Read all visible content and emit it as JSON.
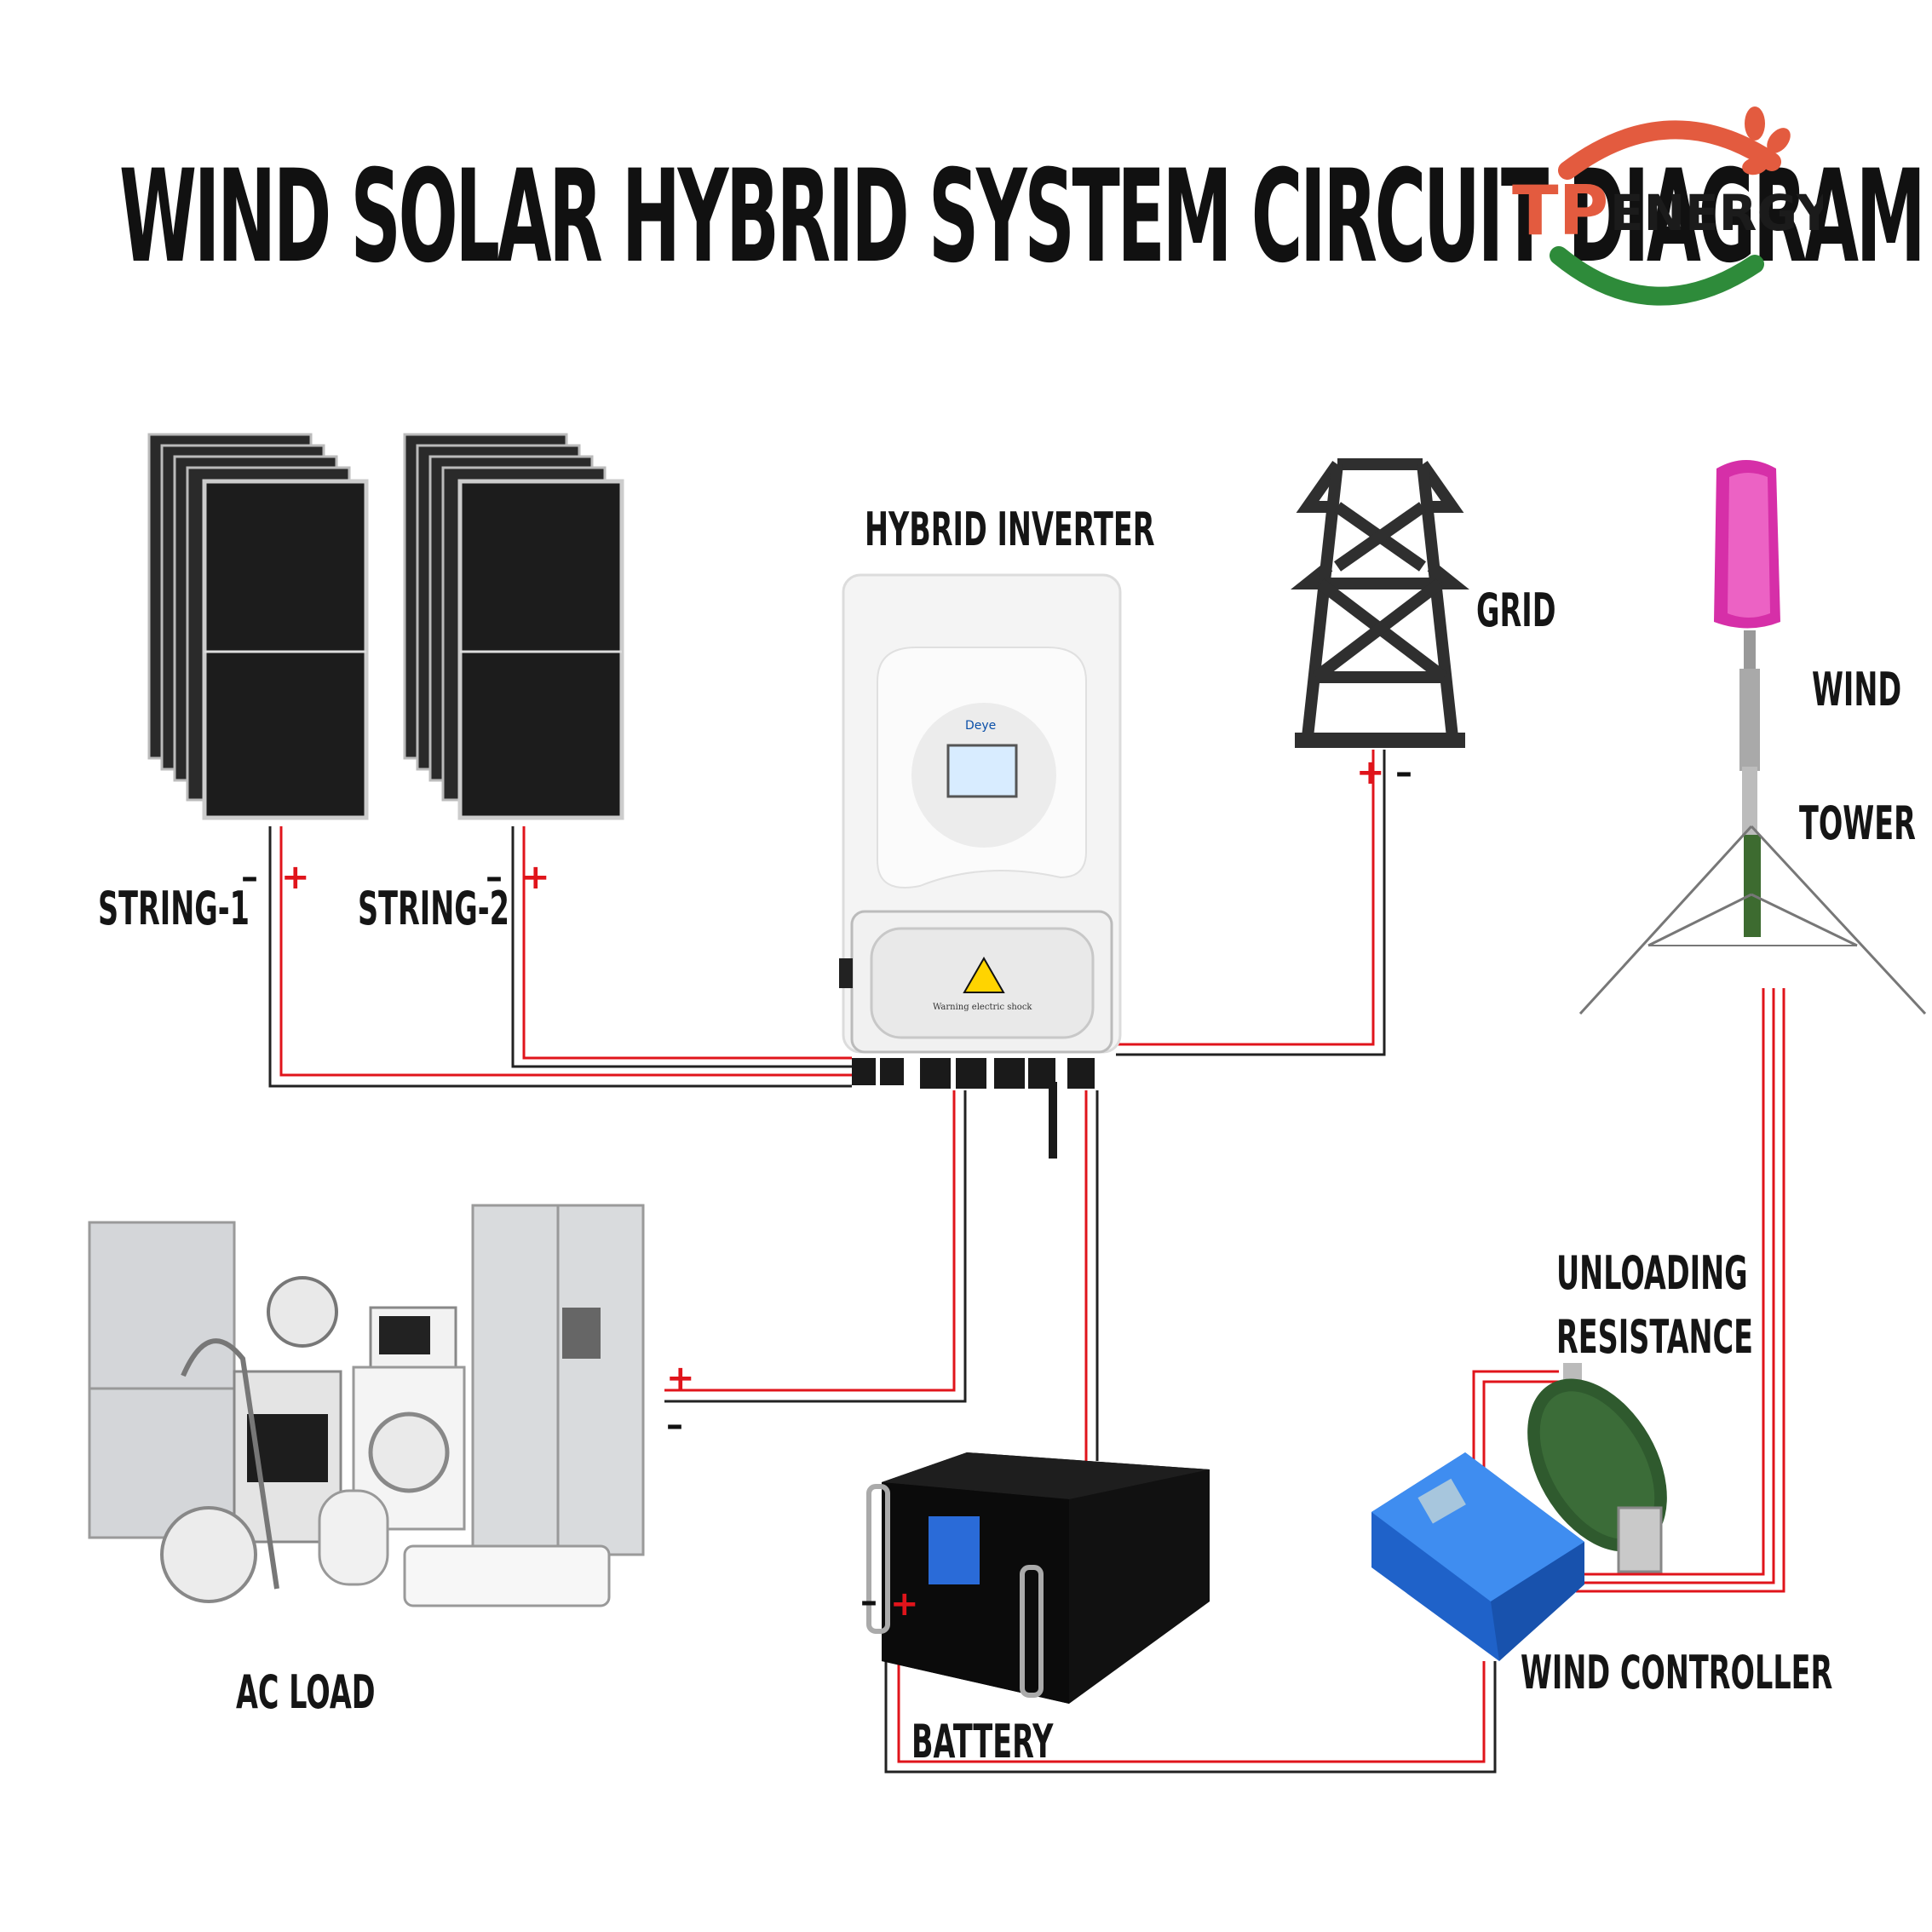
{
  "title": "WIND SOLAR HYBRID SYSTEM CIRCUIT DIAGRAM",
  "logo": {
    "mark": "TP",
    "text": "ENERGY",
    "colors": {
      "green": "#2e8b3a",
      "red": "#e35b3f",
      "dark": "#1b1b1b"
    }
  },
  "labels": {
    "hybrid_inverter": "HYBRID INVERTER",
    "grid": "GRID",
    "wind": "WIND",
    "tower": "TOWER",
    "string1": "STRING-1",
    "string2": "STRING-2",
    "unloading": "UNLOADING",
    "resistance": "RESISTANCE",
    "ac_load": "AC LOAD",
    "battery": "BATTERY",
    "wind_controller": "WIND CONTROLLER"
  },
  "polarity": {
    "plus": "+",
    "minus": "–"
  },
  "device_text": {
    "inverter_brand": "Deye",
    "warning": "Warning electric shock"
  },
  "wire_colors": {
    "positive": "#e0141b",
    "negative": "#222222"
  }
}
